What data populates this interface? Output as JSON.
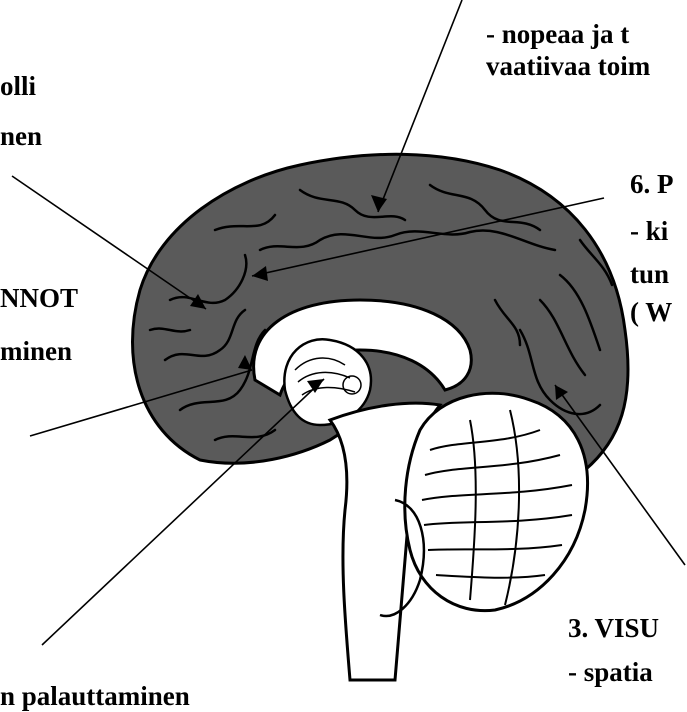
{
  "labels": {
    "top_right_line1": "- nopeaa ja t",
    "top_right_line2": "vaatiivaa toim",
    "top_left_line1": "olli",
    "top_left_line2": "nen",
    "right_line1": "6. P",
    "right_line2": "- ki",
    "right_line3": "tun",
    "right_line4": "( W",
    "left_line1": "NNOT",
    "left_line2": "minen",
    "bottom_right_line1": "3. VISU",
    "bottom_right_line2": "- spatia",
    "bottom_left_line1": "n palauttaminen"
  },
  "colors": {
    "cortex": "#5a5a5a",
    "outline": "#000000",
    "white_matter": "#ffffff",
    "background": "#ffffff"
  }
}
